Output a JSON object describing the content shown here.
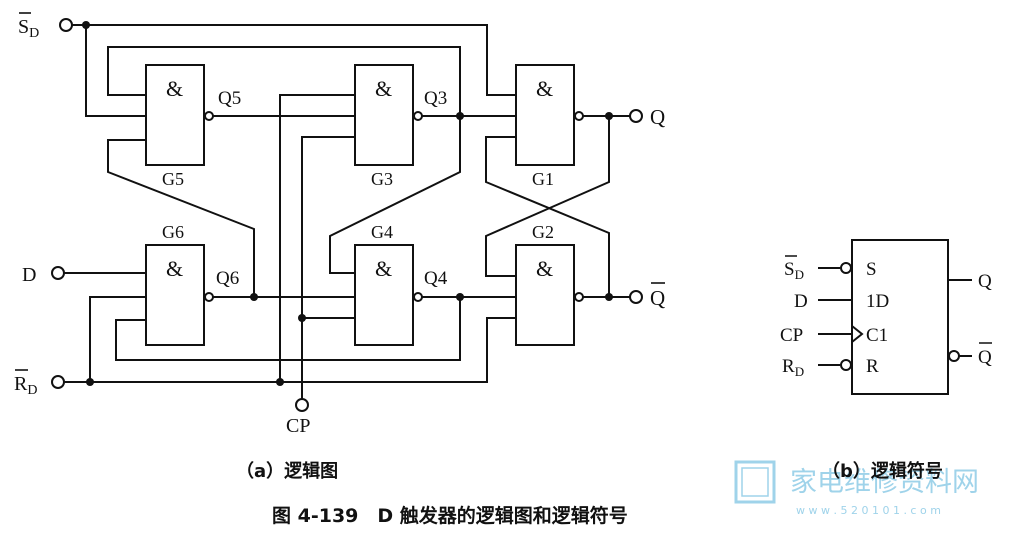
{
  "logic_diagram": {
    "inputs": {
      "sd_main": "S",
      "sd_sub": "D",
      "d": "D",
      "rd_main": "R",
      "rd_sub": "D",
      "cp": "CP"
    },
    "outputs": {
      "q": "Q",
      "qbar": "Q"
    },
    "gate_symbol": "&",
    "gates": {
      "g1": "G1",
      "g2": "G2",
      "g3": "G3",
      "g4": "G4",
      "g5": "G5",
      "g6": "G6"
    },
    "nodes": {
      "q3": "Q3",
      "q4": "Q4",
      "q5": "Q5",
      "q6": "Q6"
    },
    "caption": "（a）逻辑图"
  },
  "symbol_diagram": {
    "inputs": {
      "sd_main": "S",
      "sd_sub": "D",
      "d": "D",
      "cp": "CP",
      "rd_main": "R",
      "rd_sub": "D"
    },
    "pins": {
      "s": "S",
      "d1": "1D",
      "c1": "C1",
      "r": "R"
    },
    "outputs": {
      "q": "Q",
      "qbar": "Q"
    },
    "caption": "（b）逻辑符号"
  },
  "figure_caption": "图 4-139　D 触发器的逻辑图和逻辑符号",
  "watermark": {
    "text": "家电维修资料网",
    "url": "w w w . 5 2 0 1 0 1 . c o m",
    "color": "#9fd3ea"
  }
}
